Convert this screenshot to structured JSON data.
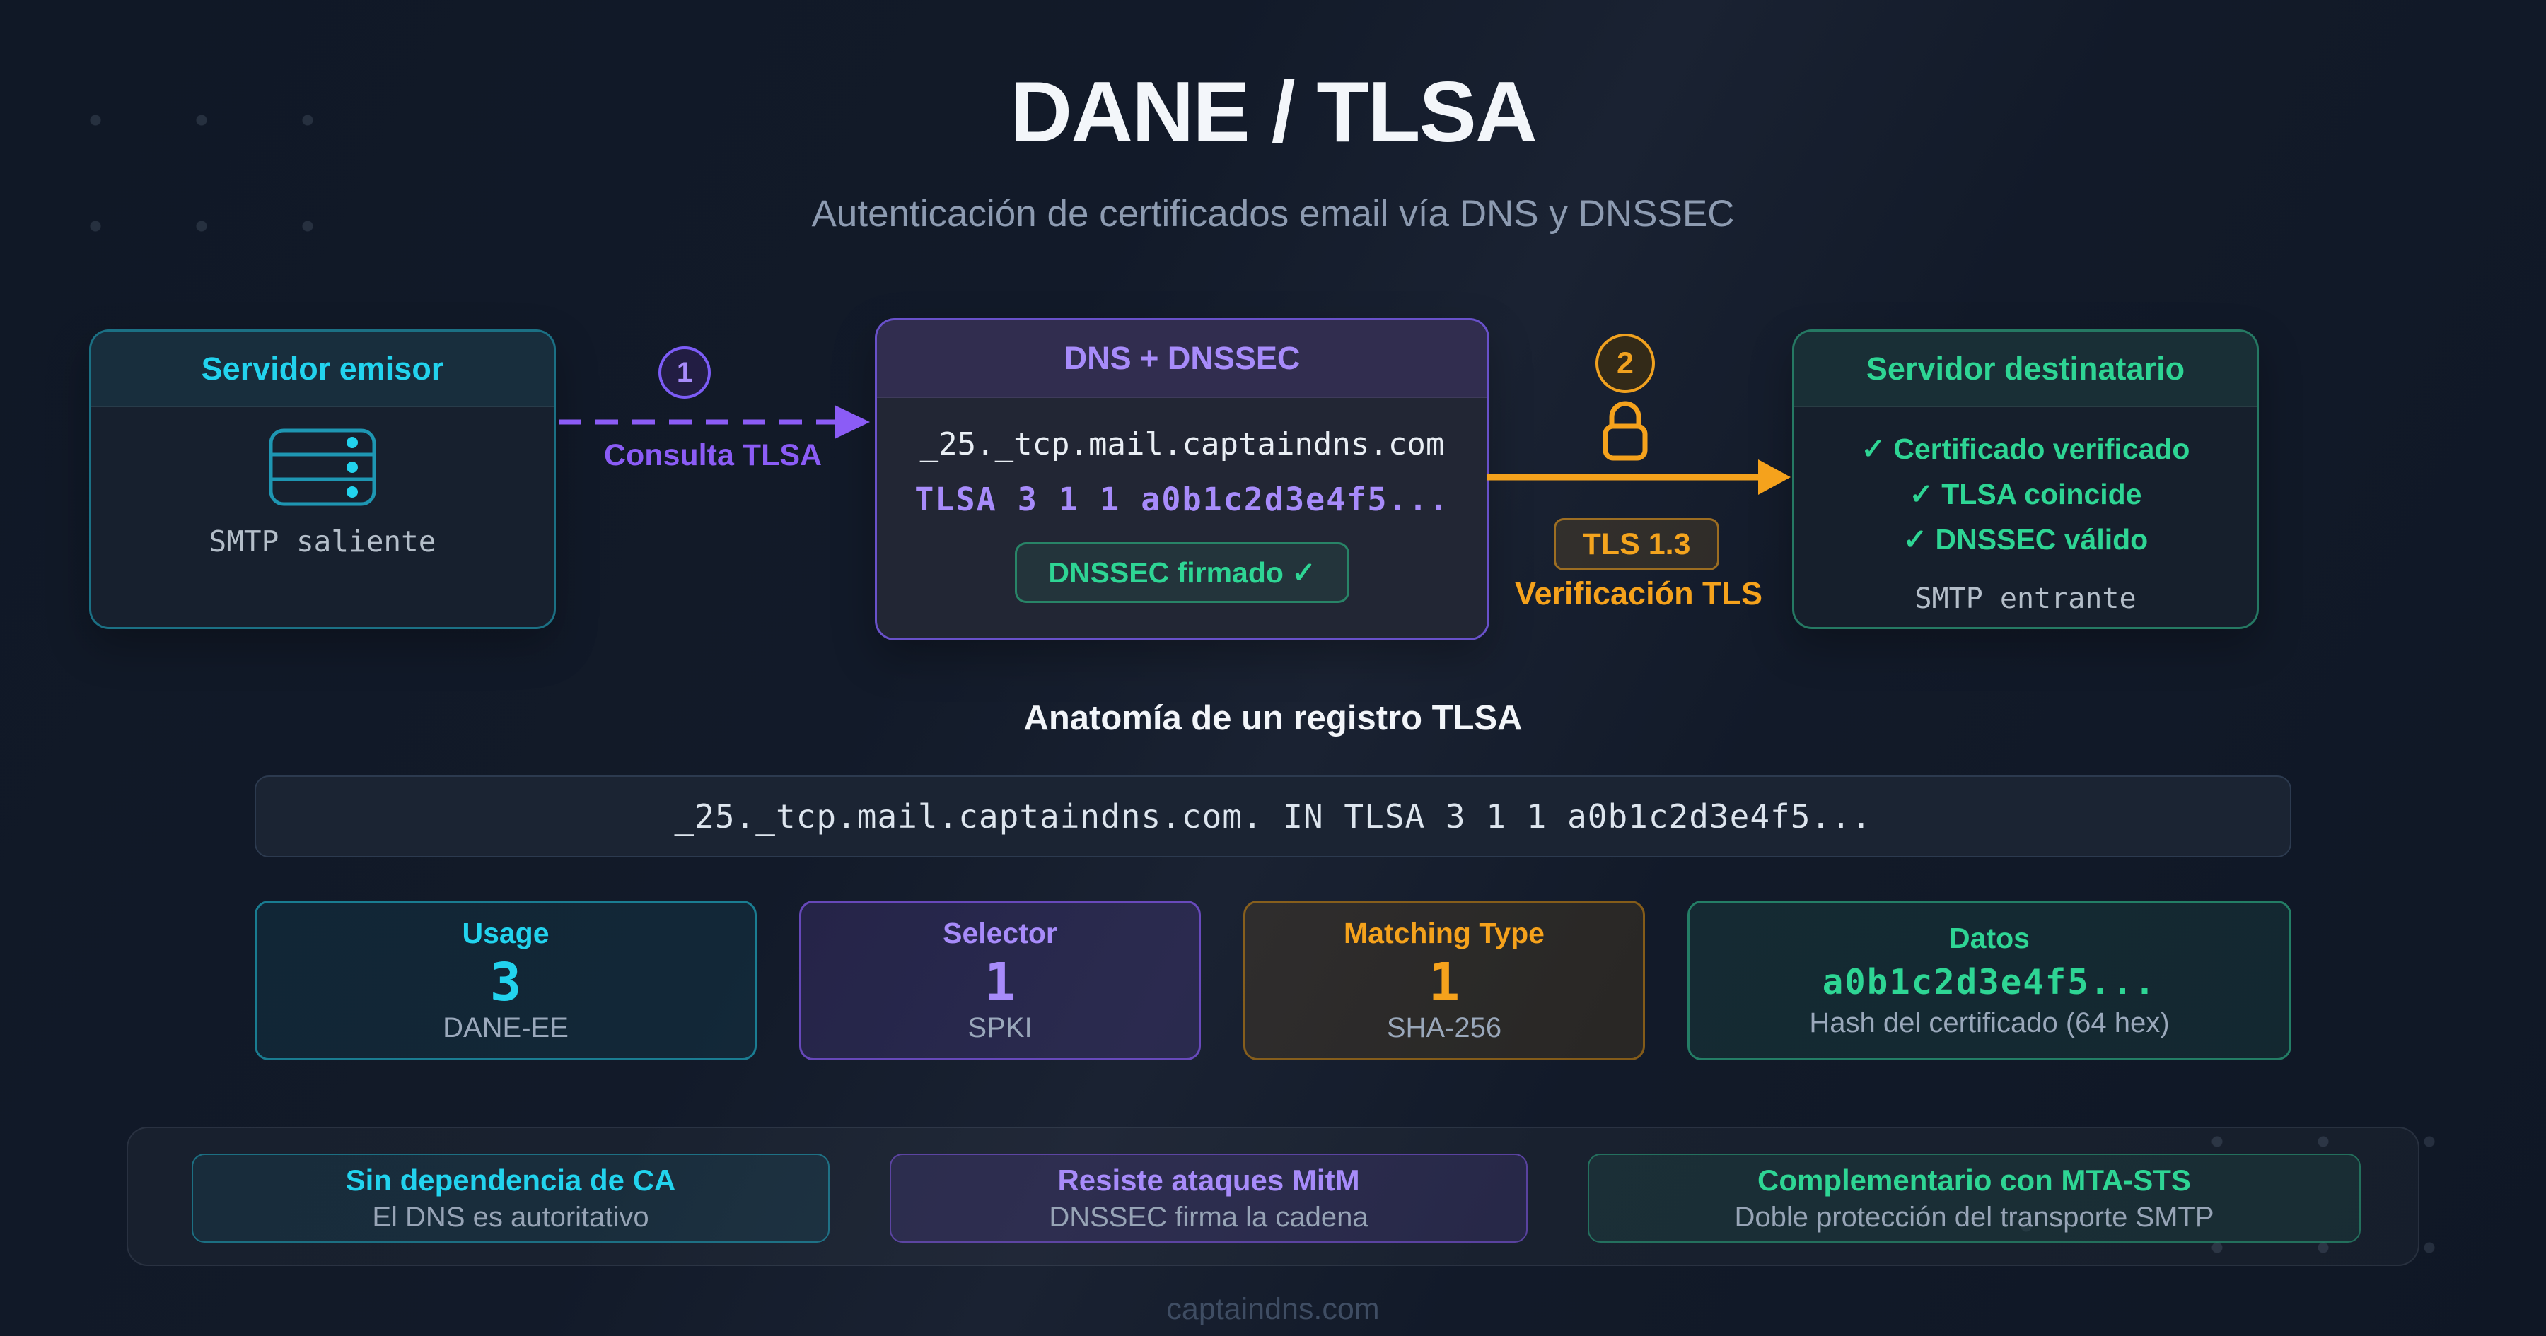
{
  "header": {
    "title": "DANE / TLSA",
    "subtitle": "Autenticación de certificados email vía DNS y DNSSEC"
  },
  "flow": {
    "sender": {
      "title": "Servidor emisor",
      "caption": "SMTP saliente"
    },
    "step1": {
      "number": "1",
      "label": "Consulta TLSA"
    },
    "dns": {
      "title": "DNS + DNSSEC",
      "query": "_25._tcp.mail.captaindns.com",
      "record": "TLSA 3 1 1 a0b1c2d3e4f5...",
      "badge": "DNSSEC firmado ✓"
    },
    "step2": {
      "number": "2",
      "badge": "TLS 1.3",
      "label": "Verificación TLS"
    },
    "receiver": {
      "title": "Servidor destinatario",
      "checks": [
        "✓ Certificado verificado",
        "✓ TLSA coincide",
        "✓ DNSSEC válido"
      ],
      "caption": "SMTP entrante"
    }
  },
  "anatomy": {
    "heading": "Anatomía de un registro TLSA",
    "record": "_25._tcp.mail.captaindns.com. IN TLSA 3 1 1 a0b1c2d3e4f5...",
    "fields": [
      {
        "label": "Usage",
        "value": "3",
        "meaning": "DANE-EE"
      },
      {
        "label": "Selector",
        "value": "1",
        "meaning": "SPKI"
      },
      {
        "label": "Matching Type",
        "value": "1",
        "meaning": "SHA-256"
      },
      {
        "label": "Datos",
        "value": "a0b1c2d3e4f5...",
        "meaning": "Hash del certificado (64 hex)"
      }
    ]
  },
  "benefits": [
    {
      "title": "Sin dependencia de CA",
      "subtitle": "El DNS es autoritativo"
    },
    {
      "title": "Resiste ataques MitM",
      "subtitle": "DNSSEC firma la cadena"
    },
    {
      "title": "Complementario con MTA-STS",
      "subtitle": "Doble protección del transporte SMTP"
    }
  ],
  "footer": {
    "text": "captaindns.com"
  },
  "accents": {
    "cyan": "#22d3ee",
    "purple": "#8b5cf6",
    "purple_light": "#a78bfa",
    "orange": "#f5a21c",
    "green": "#2ed594",
    "background": "#121a29",
    "text_muted": "#97a4b6"
  }
}
